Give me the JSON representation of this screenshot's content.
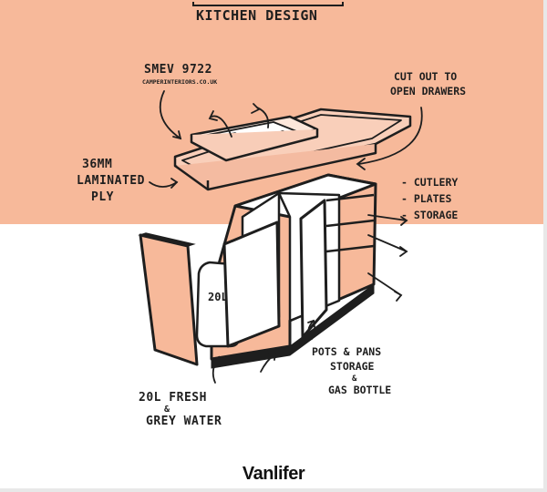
{
  "title": "KITCHEN DESIGN",
  "labels": {
    "sink_model": "SMEV 9722",
    "sink_source": "CAMPERINTERIORS.CO.UK",
    "cutout_line1": "CUT OUT TO",
    "cutout_line2": "OPEN DRAWERS",
    "ply_line1": "36MM",
    "ply_line2": "LAMINATED",
    "ply_line3": "PLY",
    "drawer_item1": "- CUTLERY",
    "drawer_item2": "- PLATES",
    "drawer_item3": "- STORAGE",
    "tank_label": "20L",
    "water_line1": "20L FRESH",
    "water_line2": "&",
    "water_line3": "GREY WATER",
    "pots_line1": "POTS & PANS",
    "pots_line2": "STORAGE",
    "pots_line3": "&",
    "pots_line4": "GAS BOTTLE"
  },
  "brand": "Vanlifer",
  "colors": {
    "peach": "#f7b99a",
    "ink": "#1e1e1e",
    "background": "#ffffff"
  }
}
